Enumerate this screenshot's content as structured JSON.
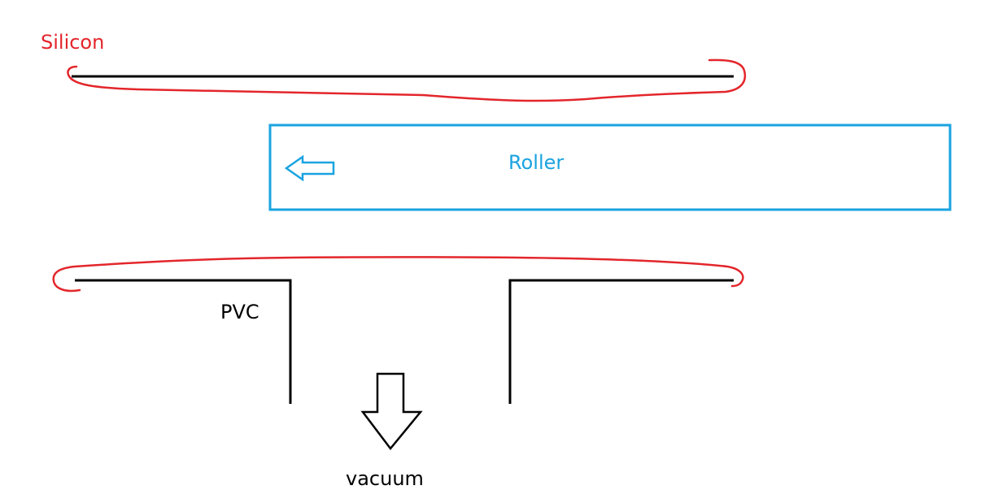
{
  "labels": {
    "silicon": "Silicon",
    "roller": "Roller",
    "pvc": "PVC",
    "vacuum": "vacuum"
  },
  "colors": {
    "silicon": "#e3262b",
    "roller": "#1aa3e0",
    "line": "#000000",
    "text": "#000000"
  },
  "icons": {
    "roller_direction": "arrow-left-icon",
    "vacuum_direction": "arrow-down-icon"
  }
}
